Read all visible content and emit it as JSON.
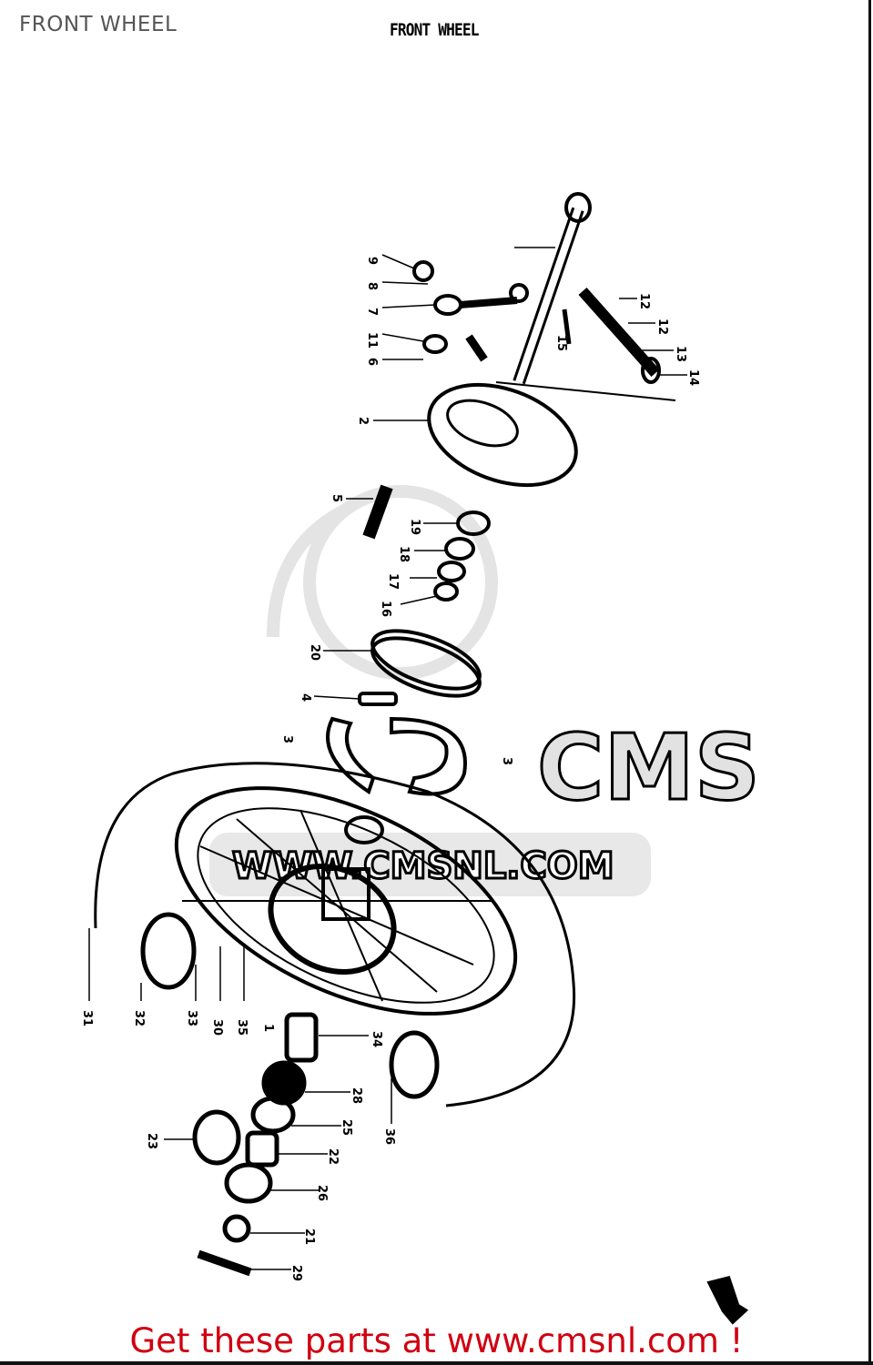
{
  "header": {
    "page_title": "FRONT WHEEL",
    "diagram_title": "FRONT WHEEL"
  },
  "diagram": {
    "watermark": {
      "logo": "CMS",
      "url": "WWW.CMSNL.COM"
    },
    "callouts": [
      "9",
      "8",
      "7",
      "11",
      "6",
      "2",
      "5",
      "19",
      "18",
      "17",
      "16",
      "20",
      "4",
      "3",
      "3",
      "12",
      "12",
      "13",
      "14",
      "15",
      "31",
      "32",
      "33",
      "30",
      "35",
      "1",
      "34",
      "28",
      "25",
      "22",
      "26",
      "21",
      "29",
      "23",
      "36"
    ]
  },
  "footer": {
    "promo": "Get these parts at www.cmsnl.com !",
    "promo_color": "#d00010"
  }
}
